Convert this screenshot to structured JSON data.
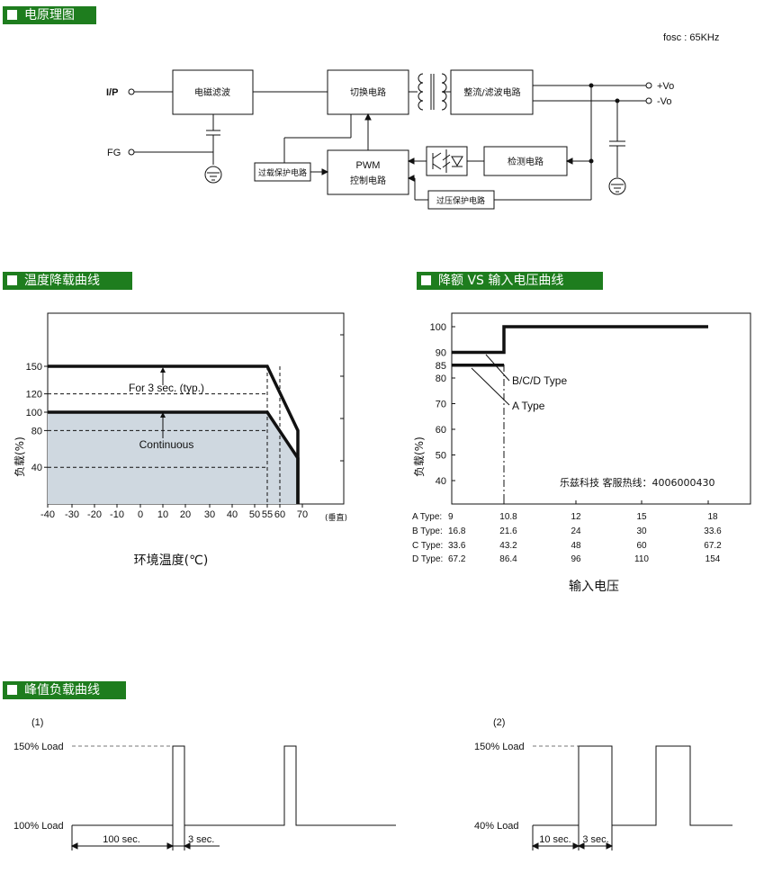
{
  "headers": {
    "block_diagram": "电原理图",
    "temp_derating": "温度降载曲线",
    "input_derating": "降额 VS 输入电压曲线",
    "peak_load": "峰值负载曲线"
  },
  "block_diagram": {
    "fosc": "fosc : 65KHz",
    "ip": "I/P",
    "fg": "FG",
    "vo_plus": "+Vo",
    "vo_minus": "-Vo",
    "emi_filter": "电磁滤波",
    "switching": "切换电路",
    "rectifier": "整流/滤波电路",
    "pwm_line1": "PWM",
    "pwm_line2": "控制电路",
    "overload": "过载保护电路",
    "detection": "检测电路",
    "overvoltage": "过压保护电路"
  },
  "chart_data": [
    {
      "type": "line",
      "title": "",
      "xlabel": "环境温度(℃)",
      "ylabel": "负载(%)",
      "x_ticks": [
        "-40",
        "-30",
        "-20",
        "-10",
        "0",
        "10",
        "20",
        "30",
        "40",
        "50",
        "55",
        "60",
        "70"
      ],
      "y_ticks": [
        "150",
        "120",
        "100",
        "80",
        "40"
      ],
      "x_extra_label": "(垂直)",
      "xlim": [
        -40,
        70
      ],
      "series": [
        {
          "name": "For 3 sec. (typ.)",
          "points": [
            [
              -40,
              150
            ],
            [
              55,
              150
            ],
            [
              68,
              80
            ],
            [
              68,
              0
            ]
          ]
        },
        {
          "name": "Continuous",
          "points": [
            [
              -40,
              100
            ],
            [
              55,
              100
            ],
            [
              68,
              50
            ],
            [
              68,
              0
            ]
          ]
        }
      ],
      "reference_lines": {
        "y": [
          120,
          80,
          40
        ],
        "x": [
          55,
          60
        ]
      },
      "annotations": [
        "For 3 sec. (typ.)",
        "Continuous"
      ]
    },
    {
      "type": "line",
      "title": "",
      "xlabel": "输入电压",
      "ylabel": "负载(%)",
      "y_ticks": [
        "100",
        "90",
        "85",
        "80",
        "70",
        "60",
        "50",
        "40"
      ],
      "ylim": [
        35,
        105
      ],
      "series": [
        {
          "name": "B/C/D Type",
          "points": [
            [
              0,
              90
            ],
            [
              10.8,
              90
            ],
            [
              10.8,
              100
            ],
            [
              18,
              100
            ]
          ]
        },
        {
          "name": "A Type",
          "points": [
            [
              0,
              85
            ],
            [
              10.8,
              85
            ],
            [
              10.8,
              100
            ],
            [
              18,
              100
            ]
          ]
        }
      ],
      "hotline": "乐兹科技 客服热线：4006000430",
      "voltage_table": {
        "columns": [
          "",
          "",
          "",
          "",
          "",
          ""
        ],
        "rows": [
          {
            "label": "A Type:",
            "values": [
              "9",
              "10.8",
              "12",
              "15",
              "18"
            ]
          },
          {
            "label": "B Type:",
            "values": [
              "16.8",
              "21.6",
              "24",
              "30",
              "33.6"
            ]
          },
          {
            "label": "C Type:",
            "values": [
              "33.6",
              "43.2",
              "48",
              "60",
              "67.2"
            ]
          },
          {
            "label": "D Type:",
            "values": [
              "67.2",
              "86.4",
              "96",
              "110",
              "154"
            ]
          }
        ]
      }
    },
    {
      "type": "line",
      "title": "(1)",
      "y_labels": [
        "150% Load",
        "100% Load"
      ],
      "intervals": [
        "100 sec.",
        "3 sec."
      ],
      "pulse": {
        "low_duration_sec": 100,
        "high_duration_sec": 3
      }
    },
    {
      "type": "line",
      "title": "(2)",
      "y_labels": [
        "150% Load",
        "40% Load"
      ],
      "intervals": [
        "10 sec.",
        "3 sec."
      ],
      "pulse": {
        "low_duration_sec": 10,
        "high_duration_sec": 3
      }
    }
  ]
}
